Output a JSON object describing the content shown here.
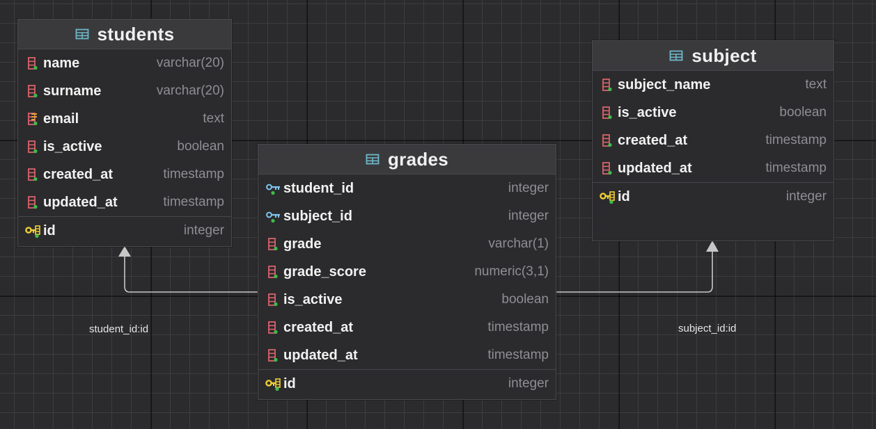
{
  "diagram": {
    "tables": {
      "students": {
        "title": "students",
        "columns": [
          {
            "name": "name",
            "type": "varchar(20)",
            "icon": "column-icon"
          },
          {
            "name": "surname",
            "type": "varchar(20)",
            "icon": "column-icon"
          },
          {
            "name": "email",
            "type": "text",
            "icon": "indexed-column-icon"
          },
          {
            "name": "is_active",
            "type": "boolean",
            "icon": "column-icon"
          },
          {
            "name": "created_at",
            "type": "timestamp",
            "icon": "column-icon"
          },
          {
            "name": "updated_at",
            "type": "timestamp",
            "icon": "column-icon"
          }
        ],
        "pk": {
          "name": "id",
          "type": "integer",
          "icon": "primary-key-icon"
        }
      },
      "grades": {
        "title": "grades",
        "columns": [
          {
            "name": "student_id",
            "type": "integer",
            "icon": "foreign-key-icon"
          },
          {
            "name": "subject_id",
            "type": "integer",
            "icon": "foreign-key-icon"
          },
          {
            "name": "grade",
            "type": "varchar(1)",
            "icon": "column-icon"
          },
          {
            "name": "grade_score",
            "type": "numeric(3,1)",
            "icon": "column-icon"
          },
          {
            "name": "is_active",
            "type": "boolean",
            "icon": "column-icon"
          },
          {
            "name": "created_at",
            "type": "timestamp",
            "icon": "column-icon"
          },
          {
            "name": "updated_at",
            "type": "timestamp",
            "icon": "column-icon"
          }
        ],
        "pk": {
          "name": "id",
          "type": "integer",
          "icon": "primary-key-icon"
        }
      },
      "subject": {
        "title": "subject",
        "columns": [
          {
            "name": "subject_name",
            "type": "text",
            "icon": "column-icon"
          },
          {
            "name": "is_active",
            "type": "boolean",
            "icon": "column-icon"
          },
          {
            "name": "created_at",
            "type": "timestamp",
            "icon": "column-icon"
          },
          {
            "name": "updated_at",
            "type": "timestamp",
            "icon": "column-icon"
          }
        ],
        "pk": {
          "name": "id",
          "type": "integer",
          "icon": "primary-key-icon"
        }
      }
    },
    "relations": [
      {
        "label": "student_id:id",
        "from": "grades",
        "to": "students"
      },
      {
        "label": "subject_id:id",
        "from": "grades",
        "to": "subject"
      }
    ],
    "colors": {
      "background": "#2b2b2d",
      "header": "#3a3a3d",
      "column_icon": "#d9636b",
      "indexed_icon": "#e0a63a",
      "foreign_key": "#7fc6f0",
      "primary_key": "#f2cf33",
      "not_null_dot": "#3dbb4d",
      "table_icon": "#6fb7c9",
      "connector": "#c7c7c7"
    }
  }
}
